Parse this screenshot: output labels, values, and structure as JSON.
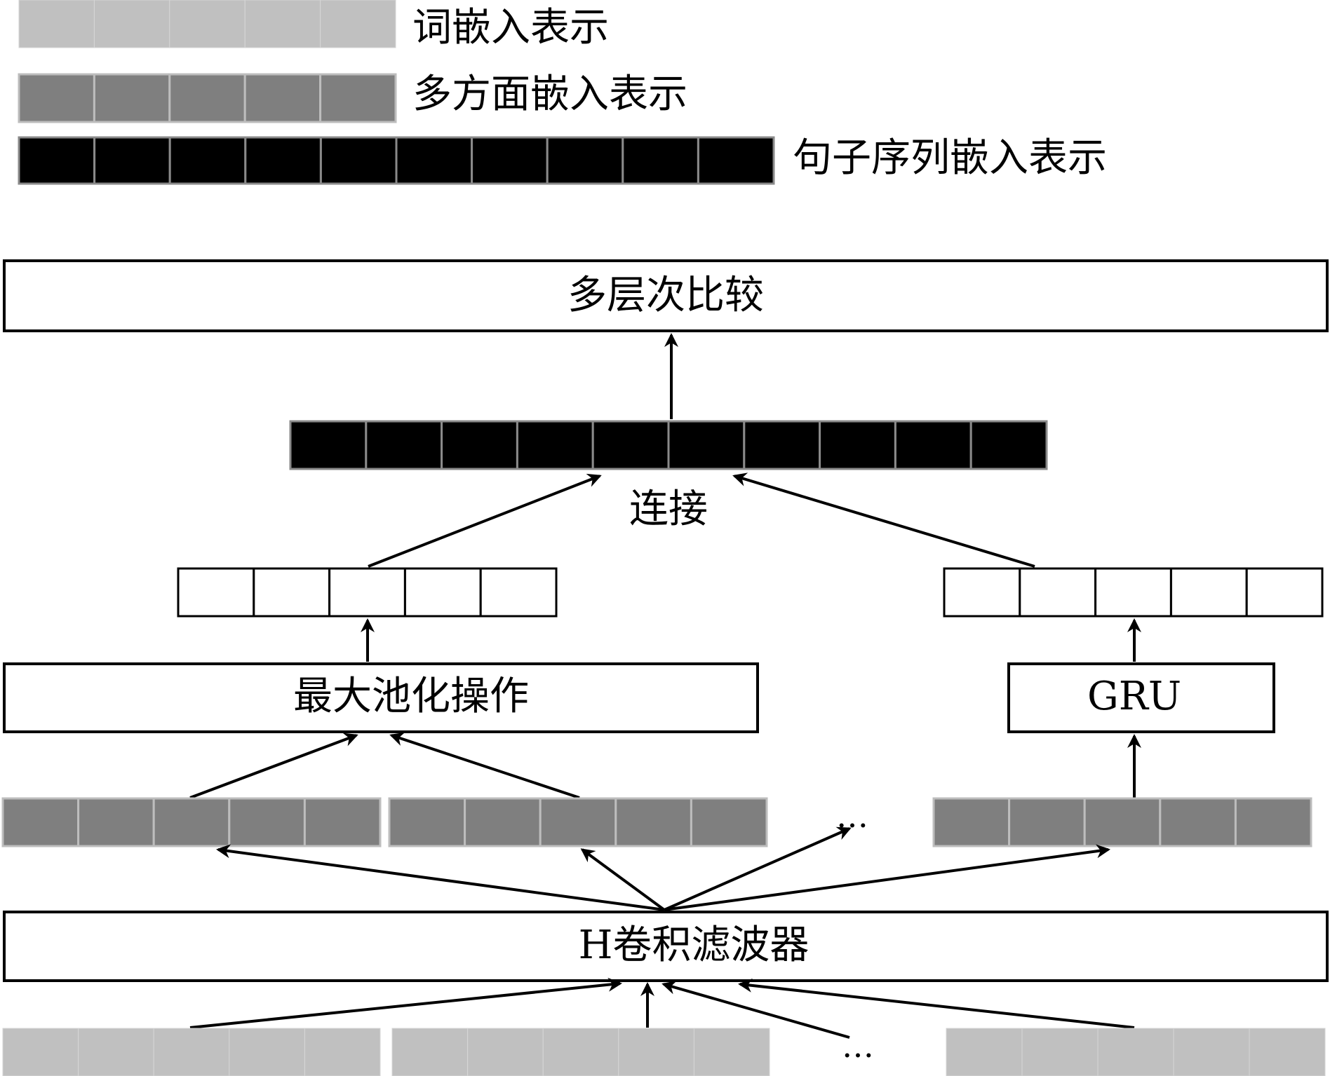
{
  "legend": {
    "word": {
      "label": "词嵌入表示",
      "color": "#c0c0c0"
    },
    "aspect": {
      "label": "多方面嵌入表示",
      "color": "#7f7f7f"
    },
    "sentence": {
      "label": "句子序列嵌入表示",
      "color": "#000000"
    }
  },
  "boxes": {
    "compare": "多层次比较",
    "concat": "连接",
    "maxpool": "最大池化操作",
    "gru": "GRU",
    "conv": "H卷积滤波器"
  },
  "ellipsis": "…",
  "cells": {
    "legend_word": 5,
    "legend_aspect": 5,
    "legend_sentence": 10,
    "sentence_vec": 10,
    "pool_out": 5,
    "gru_out": 5,
    "aspect_group": 5,
    "word_group": 5
  }
}
